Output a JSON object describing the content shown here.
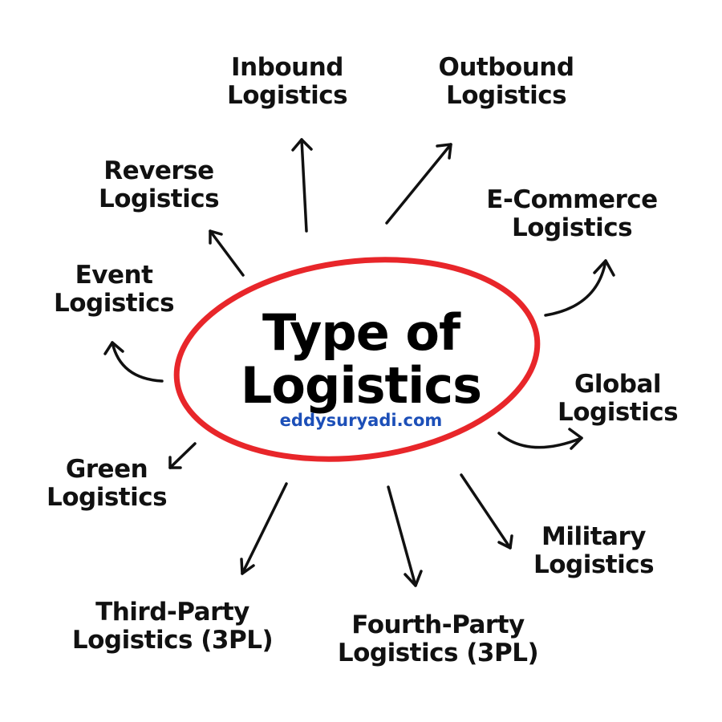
{
  "title": {
    "line1": "Type of",
    "line2": "Logistics"
  },
  "website": "eddysuryadi.com",
  "colors": {
    "ellipse": "#e8262a",
    "website": "#1c4fb8",
    "text": "#111111"
  },
  "types": [
    {
      "line1": "Inbound",
      "line2": "Logistics"
    },
    {
      "line1": "Outbound",
      "line2": "Logistics"
    },
    {
      "line1": "Reverse",
      "line2": "Logistics"
    },
    {
      "line1": "E-Commerce",
      "line2": "Logistics"
    },
    {
      "line1": "Event",
      "line2": "Logistics"
    },
    {
      "line1": "Global",
      "line2": "Logistics"
    },
    {
      "line1": "Green",
      "line2": "Logistics"
    },
    {
      "line1": "Military",
      "line2": "Logistics"
    },
    {
      "line1": "Third-Party",
      "line2": "Logistics (3PL)"
    },
    {
      "line1": "Fourth-Party",
      "line2": "Logistics (3PL)"
    }
  ]
}
